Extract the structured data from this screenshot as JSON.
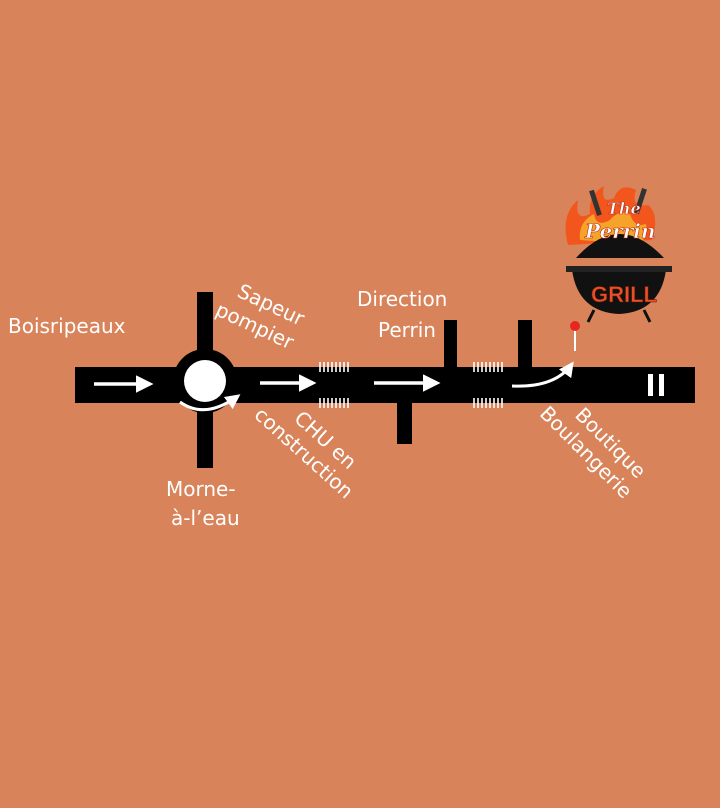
{
  "colors": {
    "background": "#D9835A",
    "road": "#000000",
    "label": "#FFFFFF",
    "flame": "#F2561D",
    "pin": "#E8261E"
  },
  "labels": {
    "boisripeaux": "Boisripeaux",
    "sapeur_line1": "Sapeur",
    "sapeur_line2": "pompier",
    "direction_line1": "Direction",
    "direction_line2": "Perrin",
    "morne_line1": "Morne-",
    "morne_line2": "à-l’eau",
    "chu_line1": "CHU en",
    "chu_line2": "construction",
    "boutique_line1": "Boutique",
    "boutique_line2": "Boulangerie"
  },
  "logo": {
    "the": "The",
    "perrin": "Perrin",
    "grill": "GRILL"
  },
  "icons": {
    "roundabout": "roundabout-icon",
    "direction_arrow": "right-arrow-icon",
    "destination": "location-pin-icon",
    "crossing": "pedestrian-crossing-icon",
    "road_end": "road-end-icon"
  }
}
